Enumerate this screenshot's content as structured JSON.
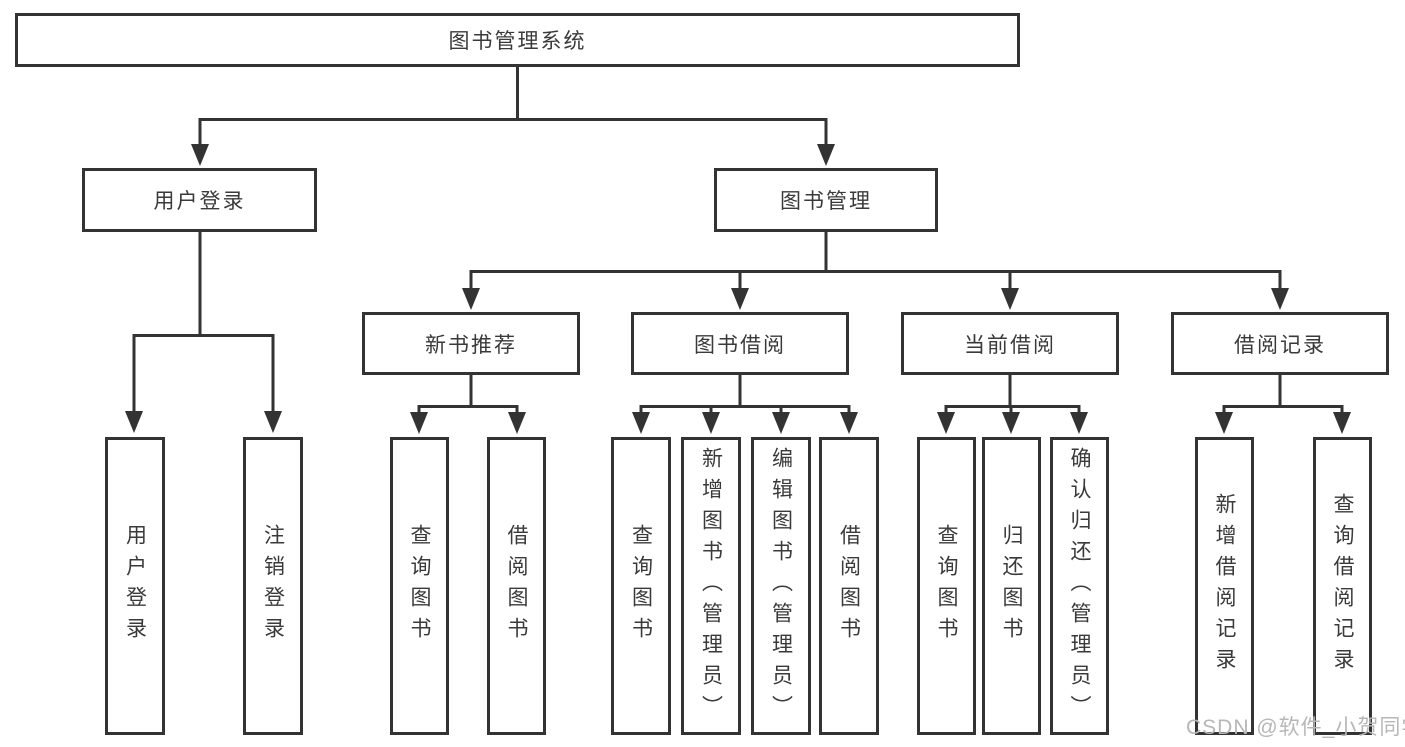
{
  "diagram": {
    "type": "tree",
    "root": "图书管理系统",
    "level2": [
      "用户登录",
      "图书管理"
    ],
    "level3": [
      "新书推荐",
      "图书借阅",
      "当前借阅",
      "借阅记录"
    ],
    "leaves": {
      "user": [
        "用户登录",
        "注销登录"
      ],
      "newbook": [
        "查询图书",
        "借阅图书"
      ],
      "borrow": [
        "查询图书",
        "新增图书（管理员）",
        "编辑图书（管理员）",
        "借阅图书"
      ],
      "current": [
        "查询图书",
        "归还图书",
        "确认归还（管理员）"
      ],
      "records": [
        "新增借阅记录",
        "查询借阅记录"
      ]
    }
  },
  "watermark": {
    "text": "CSDN @软件_小贺同学"
  },
  "colors": {
    "line": "#333333",
    "box_border": "#333333",
    "text": "#3a3a3a",
    "watermark": "#b7b7b7",
    "background": "#ffffff"
  }
}
